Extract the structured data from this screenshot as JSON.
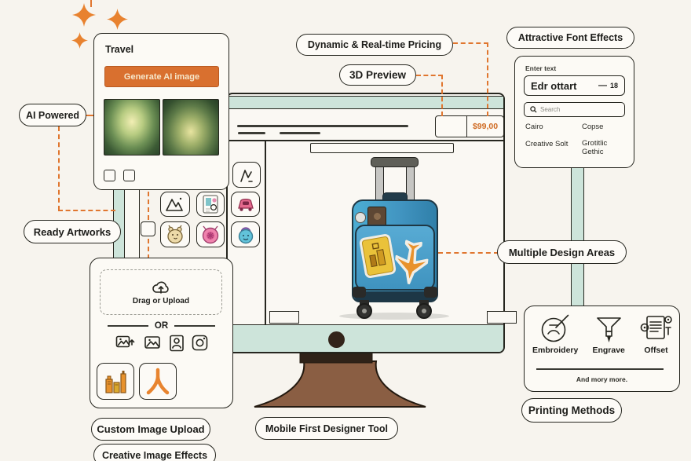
{
  "callouts": {
    "ai_powered": "AI Powered",
    "ready_artworks": "Ready Artworks",
    "dynamic_realtime_pricing": "Dynamic & Real-time Pricing",
    "preview_3d": "3D Preview",
    "attractive_font_effects": "Attractive Font Effects",
    "multiple_design_areas": "Multiple Design Areas",
    "custom_image_upload": "Custom Image Upload",
    "creative_image_effects": "Creative Image Effects",
    "mobile_first_designer_tool": "Mobile First Designer Tool",
    "printing_methods": "Printing Methods"
  },
  "travel_panel": {
    "title": "Travel",
    "generate_button": "Generate AI image",
    "images": [
      "jungle-valley-artwork",
      "forest-arch-artwork"
    ]
  },
  "designer": {
    "price": "$99,00"
  },
  "font_panel": {
    "enter_text_label": "Enter text",
    "text_value": "Edr ottart",
    "size_dash": "—",
    "font_size": "18",
    "search_placeholder": "Search",
    "fonts": [
      "Cairo",
      "Copse",
      "Creative Solt",
      "Grotitlic Gethic"
    ]
  },
  "upload_panel": {
    "drop_label": "Drag or Upload",
    "divider_label": "OR"
  },
  "printing_panel": {
    "methods": [
      "Embroidery",
      "Engrave",
      "Offset"
    ],
    "footnote": "And mory more."
  },
  "artwork_tiles": [
    "scribble",
    "mountains",
    "sticker-card",
    "pink-car",
    "hamster",
    "pink-monster",
    "blue-monster"
  ],
  "icons": {
    "sparkle": "four-point-star",
    "cloud_upload": "cloud-with-up-arrow",
    "search": "magnifier",
    "image_upload": "picture-with-up-arrow",
    "image": "picture",
    "portrait": "person-card",
    "camera": "camera",
    "embroidery": "hoop-and-needle",
    "engrave": "engraving-bit",
    "offset": "offset-press"
  },
  "colors": {
    "accent_orange": "#E0762F",
    "button_orange": "#D9702F",
    "mint": "#CDE4DA",
    "suitcase_blue": "#4295C1",
    "stand_brown": "#8A5E43",
    "price_text": "#CF6A22"
  }
}
